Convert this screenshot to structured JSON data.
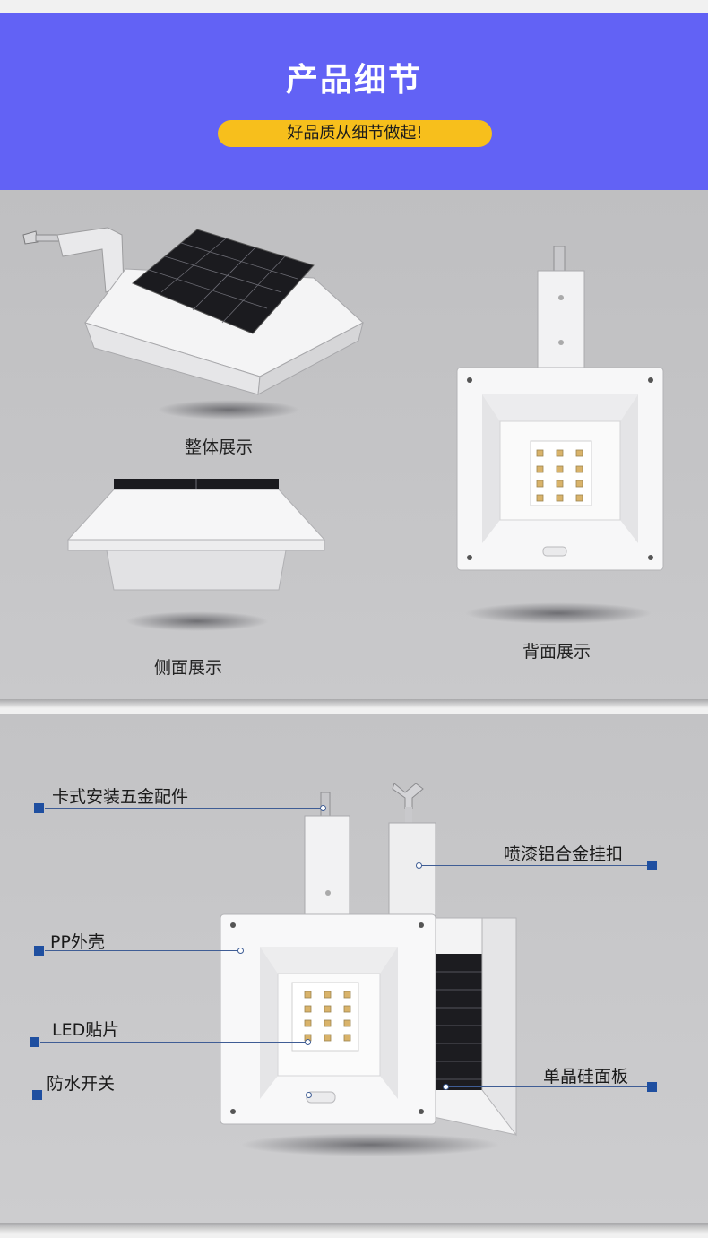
{
  "header": {
    "title": "产品细节",
    "subtitle": "好品质从细节做起!"
  },
  "views": {
    "overall": "整体展示",
    "side": "侧面展示",
    "back": "背面展示"
  },
  "callouts": {
    "hardware": "卡式安装五金配件",
    "buckle": "喷漆铝合金挂扣",
    "shell": "PP外壳",
    "led": "LED贴片",
    "switch": "防水开关",
    "panel": "单晶硅面板"
  },
  "colors": {
    "header_bg": "#6262f5",
    "pill_bg": "#f7bf1c",
    "marker": "#1f4fa0",
    "panel_bg": "#c3c3c5"
  },
  "icons": {
    "header_arrow": "down-triangle",
    "markers": "square-marker"
  }
}
